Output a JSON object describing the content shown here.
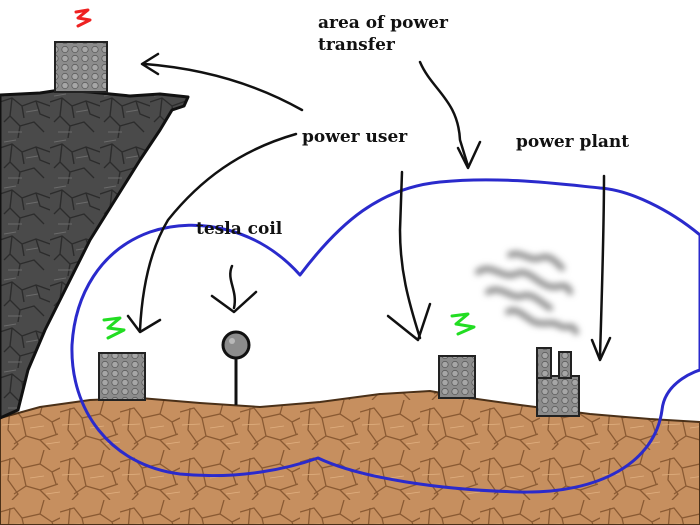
{
  "labels": {
    "area_of_power_transfer": "area of power transfer",
    "area_of_power_transfer_line1": "area of power",
    "area_of_power_transfer_line2": "transfer",
    "power_user": "power user",
    "power_plant": "power plant",
    "tesla_coil": "tesla coil"
  },
  "colors": {
    "ground": "#c68f5f",
    "ground_crack": "#8a5a33",
    "cliff": "#4a4a4a",
    "cliff_edge": "#1a1a1a",
    "machine": "#8c8c8c",
    "transfer_boundary": "#2a2acc",
    "spark_powered": "#22dd22",
    "spark_unpowered": "#ee2222",
    "smoke": "#8a8a8a",
    "arrow": "#111111"
  },
  "icons": {
    "spark_cliff_user": "red-spark-icon",
    "spark_ground_user": "green-spark-icon",
    "spark_middle_user": "green-spark-icon",
    "smoke": "smoke-plume-icon"
  }
}
